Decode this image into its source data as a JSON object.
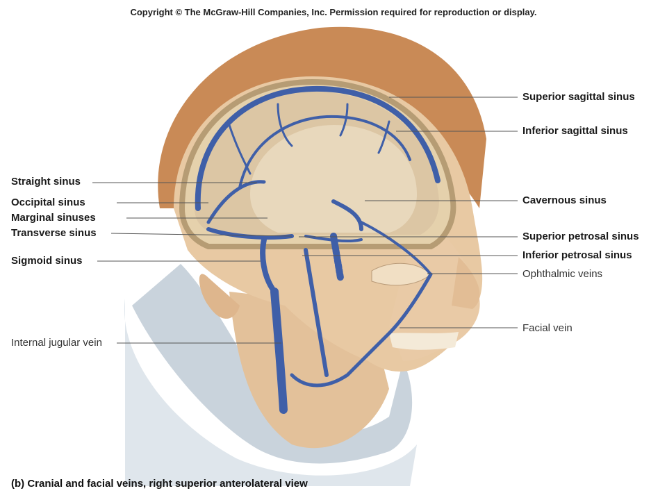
{
  "copyright": "Copyright © The McGraw-Hill Companies, Inc. Permission required for reproduction or display.",
  "caption": "(b) Cranial and facial veins, right superior anterolateral view",
  "labels": {
    "superior_sagittal_sinus": "Superior sagittal sinus",
    "inferior_sagittal_sinus": "Inferior sagittal sinus",
    "straight_sinus": "Straight sinus",
    "occipital_sinus": "Occipital sinus",
    "marginal_sinuses": "Marginal sinuses",
    "transverse_sinus": "Transverse sinus",
    "cavernous_sinus": "Cavernous sinus",
    "superior_petrosal_sinus": "Superior petrosal sinus",
    "inferior_petrosal_sinus": "Inferior petrosal sinus",
    "sigmoid_sinus": "Sigmoid sinus",
    "ophthalmic_veins": "Ophthalmic veins",
    "facial_vein": "Facial vein",
    "internal_jugular_vein": "Internal jugular vein"
  },
  "colors": {
    "vein": "#3f5fa8",
    "skin": "#e8c9a3",
    "hair": "#c98a56",
    "brain": "#dcc6a4",
    "sheet": "#c9d3dc"
  }
}
